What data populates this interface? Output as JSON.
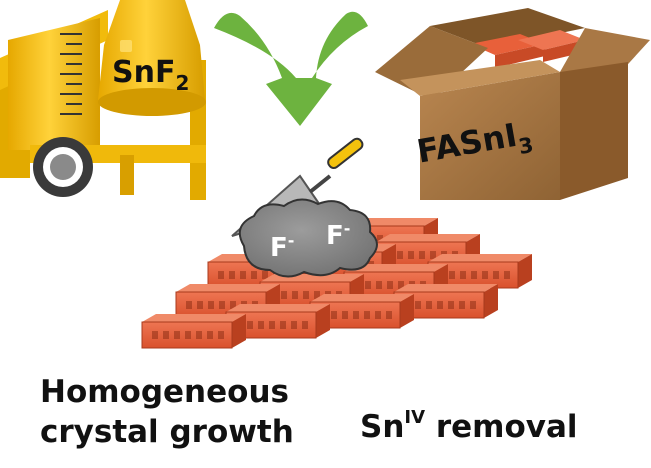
{
  "labels": {
    "mixer_base": "SnF",
    "mixer_sub": "2",
    "box_base": "FASnI",
    "box_sub": "3",
    "ion_1_base": "F",
    "ion_1_sup": "-",
    "ion_2_base": "F",
    "ion_2_sup": "-"
  },
  "captions": {
    "left_line1": "Homogeneous",
    "left_line2": "crystal growth",
    "right_base": "Sn",
    "right_sup": "IV",
    "right_rest": " removal"
  },
  "colors": {
    "mixer_yellow": "#f5c20f",
    "mixer_dark": "#c99400",
    "arrow_green": "#6db33f",
    "box_brown": "#b07d45",
    "box_dark": "#8a5a2b",
    "brick_orange": "#e8603a",
    "mortar_gray": "#8c8c8c"
  }
}
